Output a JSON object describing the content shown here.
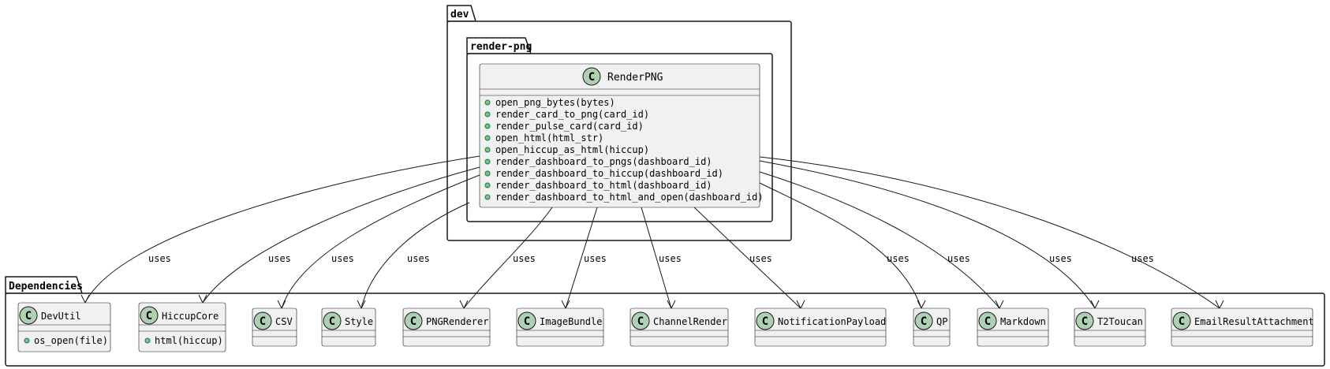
{
  "packages": {
    "dev": "dev",
    "render_png": "render-png",
    "dependencies": "Dependencies"
  },
  "render_png_class": {
    "stereotype": "C",
    "name": "RenderPNG",
    "methods": [
      "open_png_bytes(bytes)",
      "render_card_to_png(card_id)",
      "render_pulse_card(card_id)",
      "open_html(html_str)",
      "open_hiccup_as_html(hiccup)",
      "render_dashboard_to_pngs(dashboard_id)",
      "render_dashboard_to_hiccup(dashboard_id)",
      "render_dashboard_to_html(dashboard_id)",
      "render_dashboard_to_html_and_open(dashboard_id)"
    ]
  },
  "dependency_classes": [
    {
      "name": "DevUtil",
      "methods": [
        "os_open(file)"
      ]
    },
    {
      "name": "HiccupCore",
      "methods": [
        "html(hiccup)"
      ]
    },
    {
      "name": "CSV",
      "methods": []
    },
    {
      "name": "Style",
      "methods": []
    },
    {
      "name": "PNGRenderer",
      "methods": []
    },
    {
      "name": "ImageBundle",
      "methods": []
    },
    {
      "name": "ChannelRender",
      "methods": []
    },
    {
      "name": "NotificationPayload",
      "methods": []
    },
    {
      "name": "QP",
      "methods": []
    },
    {
      "name": "Markdown",
      "methods": []
    },
    {
      "name": "T2Toucan",
      "methods": []
    },
    {
      "name": "EmailResultAttachment",
      "methods": []
    }
  ],
  "edge_label": "uses",
  "colors": {
    "class_fill": "#f1f1f1",
    "stereotype_circle": "#add1b2",
    "method_dot": "#84be84",
    "line": "#181818"
  }
}
